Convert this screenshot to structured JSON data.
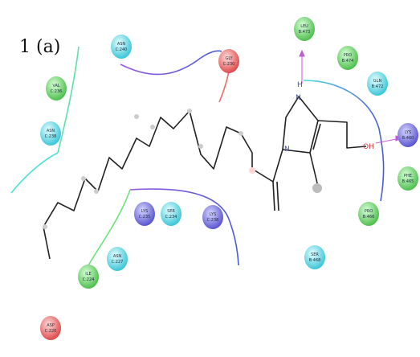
{
  "figure": {
    "panel_label": "1 (a)",
    "atoms": {
      "n_top": "N",
      "h_top": "H",
      "n_mid": "N",
      "oh": "OH"
    },
    "residues": [
      {
        "name": "LEU",
        "num": "B:473",
        "kind": "hydrophobic"
      },
      {
        "name": "PRO",
        "num": "B:474",
        "kind": "hydrophobic"
      },
      {
        "name": "GLN",
        "num": "B:472",
        "kind": "polar"
      },
      {
        "name": "LYS",
        "num": "B:460",
        "kind": "positive"
      },
      {
        "name": "PHE",
        "num": "B:465",
        "kind": "hydrophobic"
      },
      {
        "name": "PRO",
        "num": "B:466",
        "kind": "hydrophobic"
      },
      {
        "name": "SER",
        "num": "B:468",
        "kind": "polar"
      },
      {
        "name": "ASN",
        "num": "C:240",
        "kind": "polar"
      },
      {
        "name": "GLY",
        "num": "C:230",
        "kind": "negative"
      },
      {
        "name": "VAL",
        "num": "C:236",
        "kind": "hydrophobic"
      },
      {
        "name": "ASN",
        "num": "C:238",
        "kind": "polar"
      },
      {
        "name": "LYS",
        "num": "C:235",
        "kind": "positive"
      },
      {
        "name": "SER",
        "num": "C:234",
        "kind": "polar"
      },
      {
        "name": "LYS",
        "num": "C:238",
        "kind": "positive"
      },
      {
        "name": "ASN",
        "num": "C:227",
        "kind": "polar"
      },
      {
        "name": "ILE",
        "num": "C:224",
        "kind": "hydrophobic"
      },
      {
        "name": "ASP",
        "num": "C:220",
        "kind": "negative"
      }
    ],
    "colors": {
      "hydrophobic": "#6fd56f",
      "polar": "#66d9e6",
      "positive": "#7b78e0",
      "negative": "#ef6a6a",
      "bond": "#222222"
    }
  }
}
